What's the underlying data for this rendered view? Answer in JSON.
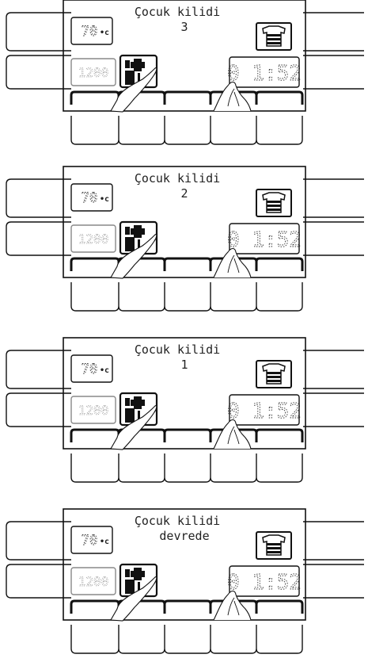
{
  "panels": [
    {
      "title": "Çocuk kilidi",
      "status": "3",
      "temperature": "70°c",
      "temp_value": "70",
      "temp_unit": "•c",
      "spin": "1200",
      "time": "0 1:52"
    },
    {
      "title": "Çocuk kilidi",
      "status": "2",
      "temperature": "70°c",
      "temp_value": "70",
      "temp_unit": "•c",
      "spin": "1200",
      "time": "0 1:52"
    },
    {
      "title": "Çocuk kilidi",
      "status": "1",
      "temperature": "70°c",
      "temp_value": "70",
      "temp_unit": "•c",
      "spin": "1200",
      "time": "0 1:52"
    },
    {
      "title": "Çocuk kilidi",
      "status": "devrede",
      "temperature": "70°c",
      "temp_value": "70",
      "temp_unit": "•c",
      "spin": "1200",
      "time": "0 1:52"
    }
  ],
  "icons": {
    "program": "shirt-icon",
    "lock": "door-lock-icon",
    "fingers": "pressing-fingers-icon"
  },
  "colors": {
    "line": "#111111",
    "dim": "#999999",
    "background": "#ffffff"
  }
}
